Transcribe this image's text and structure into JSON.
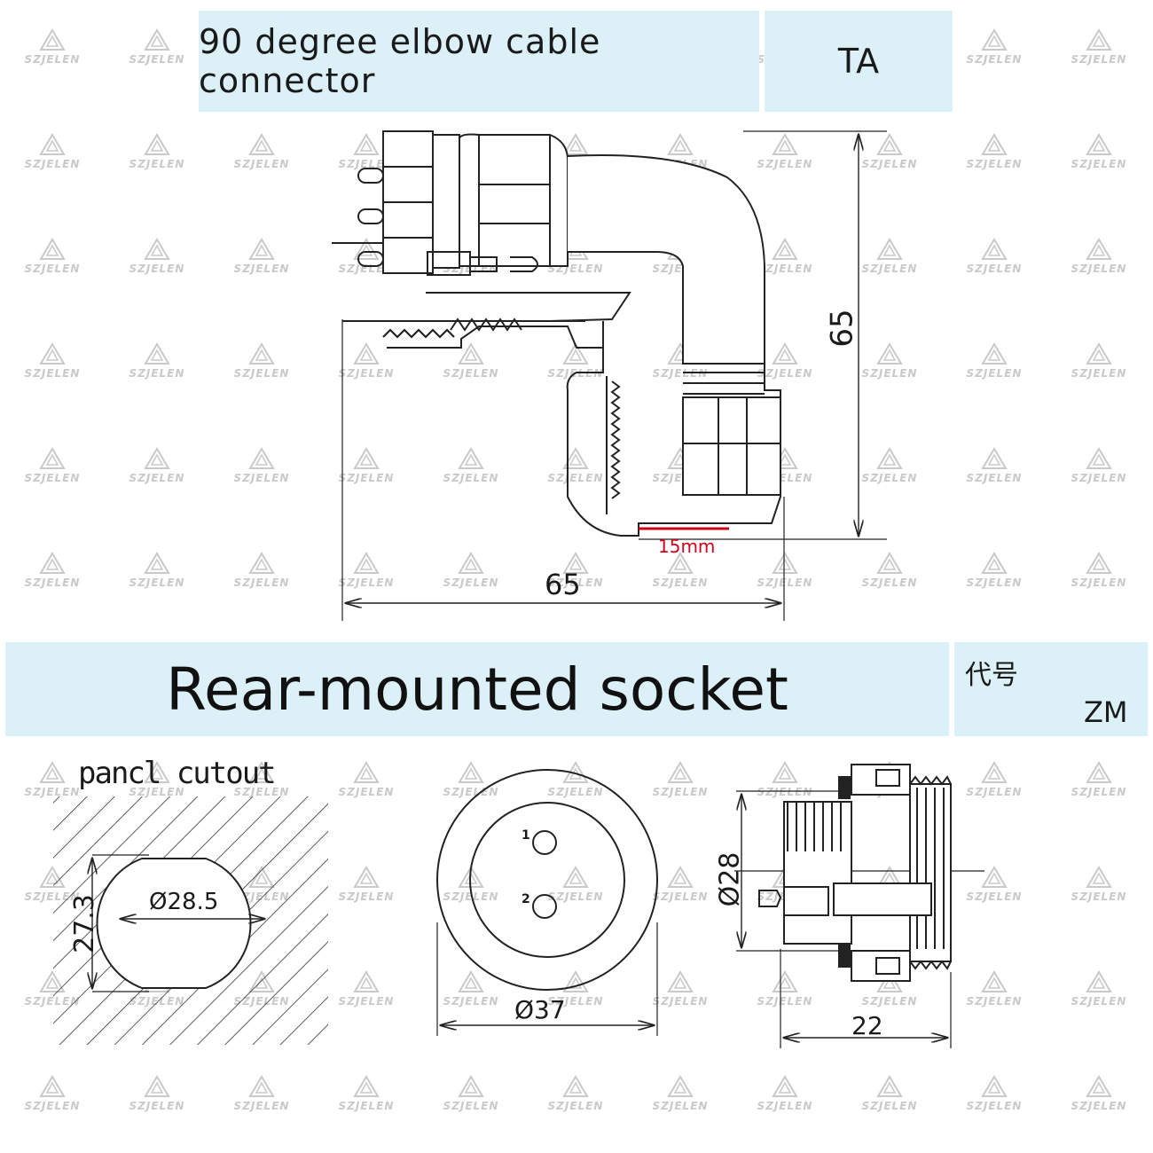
{
  "watermark": {
    "text": "SZJELEN",
    "color": "#c9c9c9"
  },
  "header": {
    "title": "90 degree elbow cable connector",
    "code": "TA"
  },
  "elbow_drawing": {
    "height_dim": "65",
    "width_dim": "65",
    "cable_dim": "15mm"
  },
  "socket_section": {
    "title": "Rear-mounted socket",
    "code_label": "代号",
    "code": "ZM"
  },
  "panel_cutout": {
    "label": "pancl cutout",
    "diameter": "Ø28.5",
    "flat": "27.3"
  },
  "front_view": {
    "diameter": "Ø37",
    "pin_1": "1",
    "pin_2": "2"
  },
  "side_view": {
    "diameter": "Ø28",
    "length": "22"
  },
  "colors": {
    "band": "#dcf0f7",
    "accent_dim": "#d0021b",
    "line": "#222222"
  }
}
